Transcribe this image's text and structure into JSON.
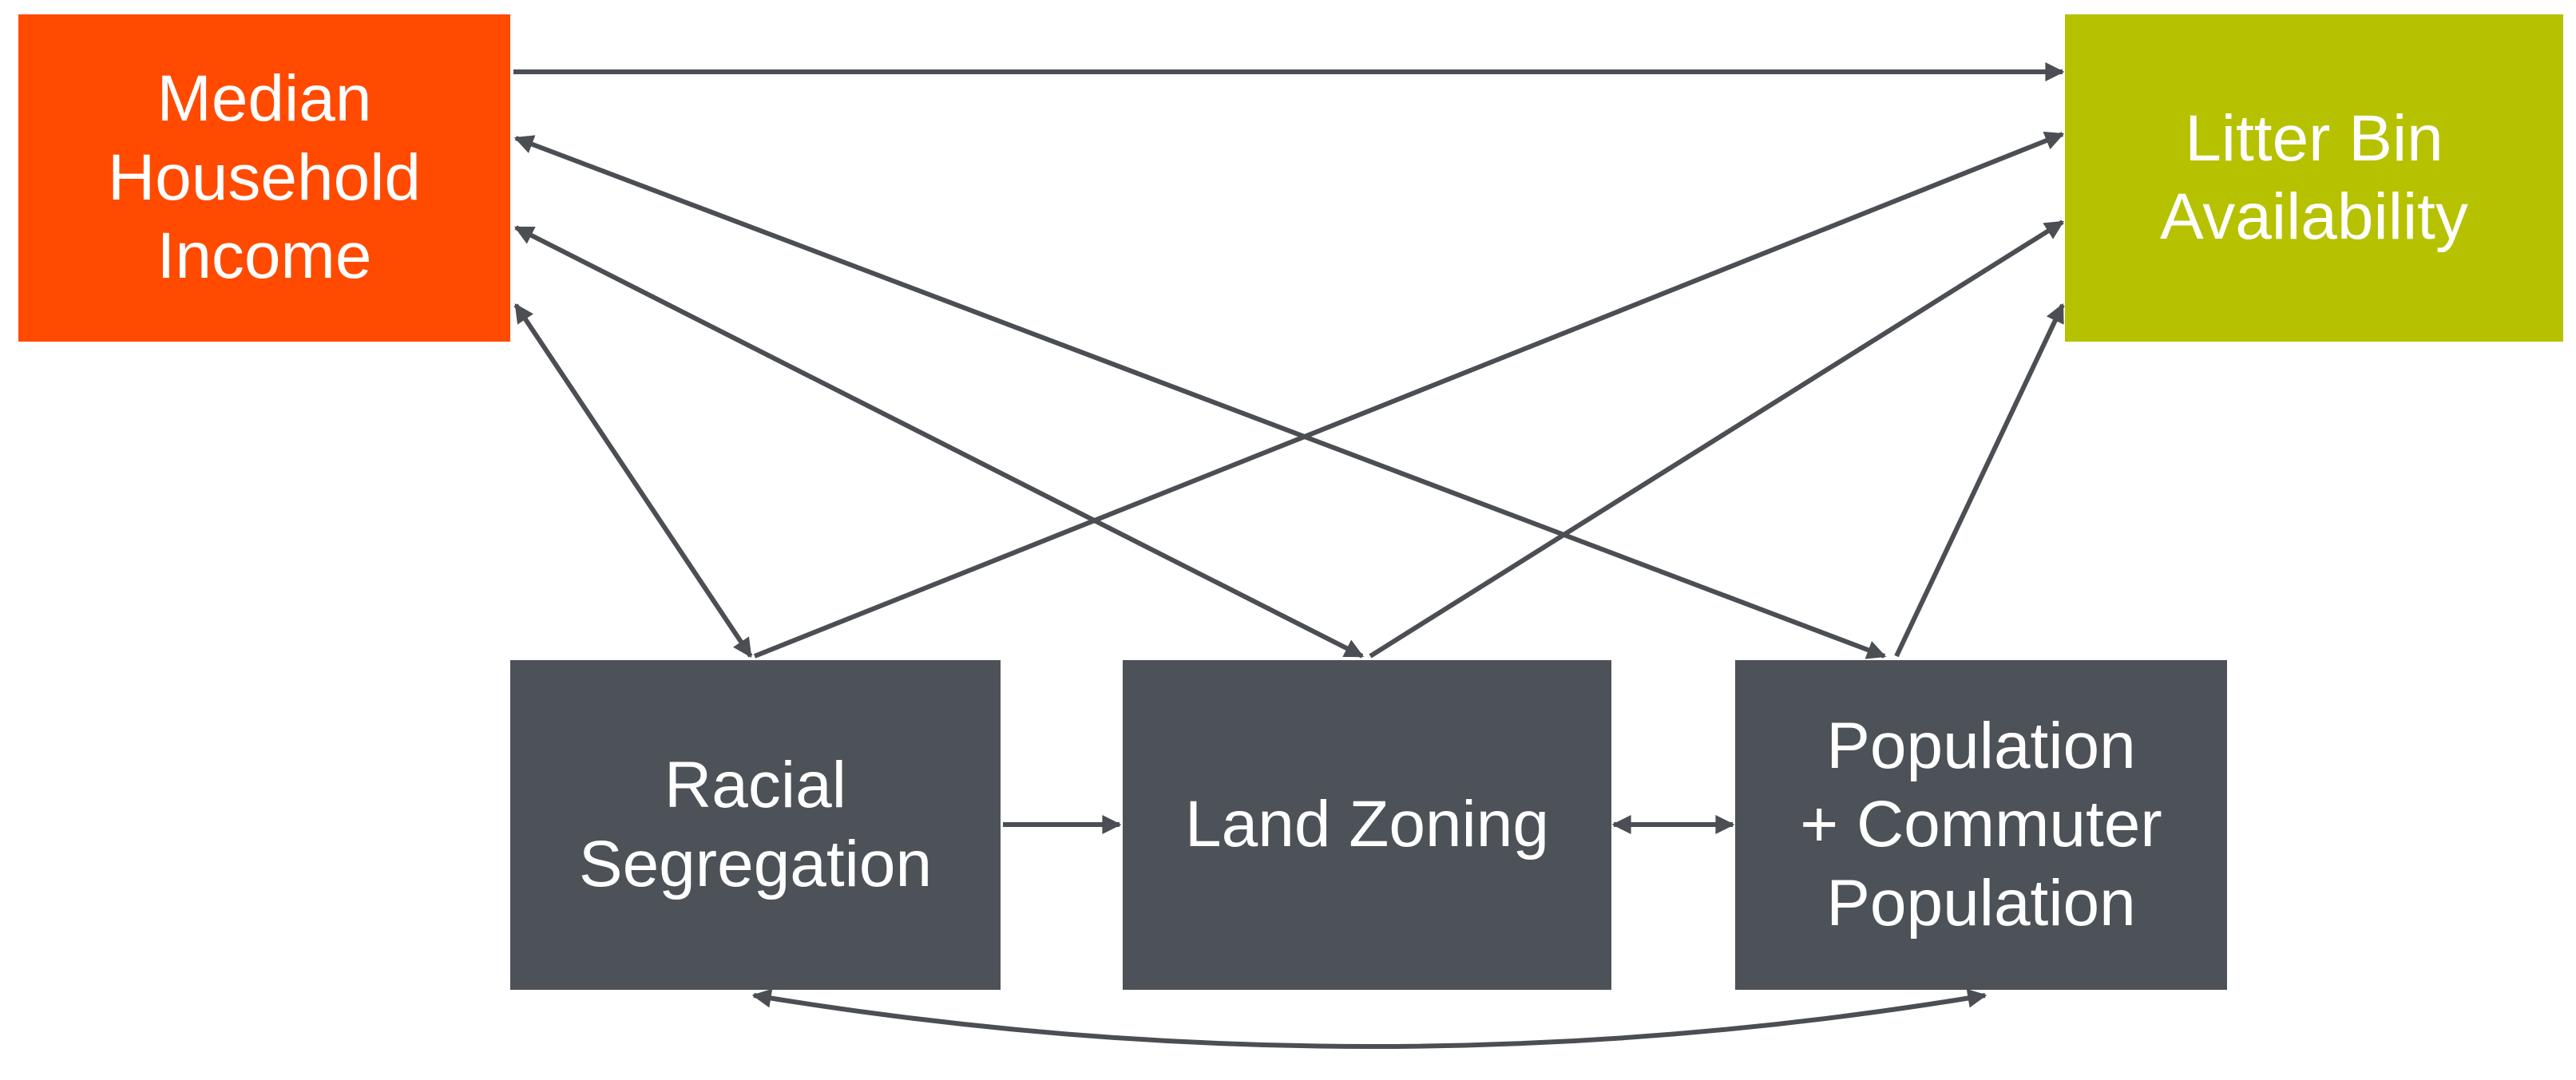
{
  "colors": {
    "income_fill": "#ff4a00",
    "litter_fill": "#b6c100",
    "factor_fill": "#4d5158",
    "text": "#ffffff",
    "arrow": "#4b4e53"
  },
  "nodes": {
    "income": {
      "label": "Median\nHousehold\nIncome"
    },
    "litter": {
      "label": "Litter Bin\nAvailability"
    },
    "racial": {
      "label": "Racial\nSegregation"
    },
    "land": {
      "label": "Land Zoning"
    },
    "population": {
      "label": "Population\n+ Commuter\nPopulation"
    }
  },
  "edges": [
    {
      "from": "income",
      "to": "litter",
      "direction": "one-way"
    },
    {
      "from": "income",
      "to": "racial",
      "direction": "two-way"
    },
    {
      "from": "income",
      "to": "land",
      "direction": "two-way"
    },
    {
      "from": "income",
      "to": "population",
      "direction": "two-way"
    },
    {
      "from": "racial",
      "to": "litter",
      "direction": "one-way"
    },
    {
      "from": "land",
      "to": "litter",
      "direction": "one-way"
    },
    {
      "from": "population",
      "to": "litter",
      "direction": "one-way"
    },
    {
      "from": "racial",
      "to": "land",
      "direction": "one-way"
    },
    {
      "from": "land",
      "to": "population",
      "direction": "two-way"
    },
    {
      "from": "racial",
      "to": "population",
      "direction": "two-way"
    }
  ]
}
